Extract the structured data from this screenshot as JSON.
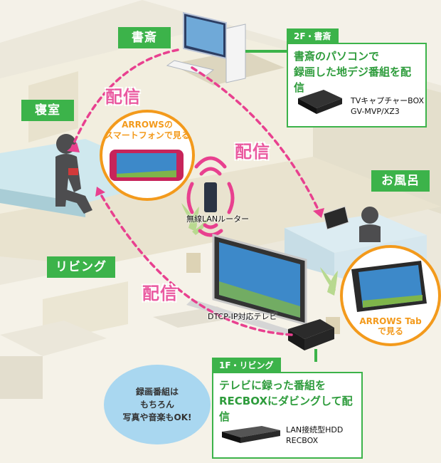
{
  "rooms": {
    "study": "書斎",
    "bedroom": "寝室",
    "bath": "お風呂",
    "living": "リビング"
  },
  "study_box": {
    "tab": "2F・書斎",
    "lines": [
      "書斎のパソコンで",
      "録画した地デジ番組を配信"
    ],
    "device": [
      "TVキャプチャーBOX",
      "GV-MVP/XZ3"
    ]
  },
  "living_box": {
    "tab": "1F・リビング",
    "lines": [
      "テレビに録った番組を",
      "RECBOXにダビングして配信"
    ],
    "device": [
      "LAN接続型HDD",
      "RECBOX"
    ]
  },
  "streams": [
    "配信",
    "配信",
    "配信"
  ],
  "phone_bubble": [
    "ARROWSの",
    "スマートフォンで見る"
  ],
  "tab_bubble": [
    "ARROWS Tab",
    "で見る"
  ],
  "router_label": "無線LANルーター",
  "tv_label": "DTCP-IP対応テレビ",
  "note_bubble": [
    "録画番組は",
    "もちろん",
    "写真や音楽もOK!"
  ],
  "colors": {
    "green": "#3cb34a",
    "pink": "#ea5aa0",
    "orange": "#f39a1c",
    "blue": "#a9d7f0"
  }
}
